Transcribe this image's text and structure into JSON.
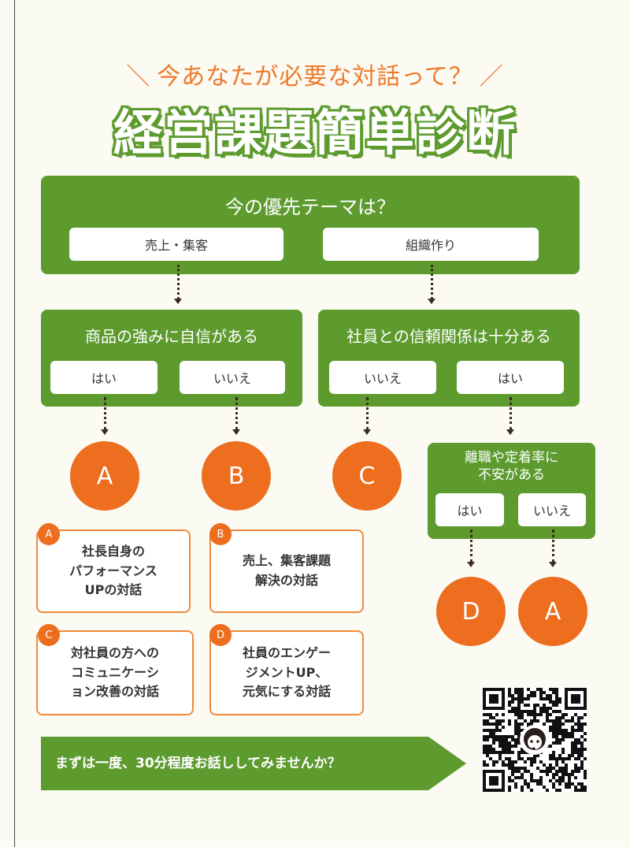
{
  "header": {
    "subtitle": "今あなたが必要な対話って？",
    "slash_left": "＼",
    "slash_right": "／",
    "title": "経営課題簡単診断"
  },
  "q1": {
    "question": "今の優先テーマは？",
    "options": [
      "売上・集客",
      "組織作り"
    ]
  },
  "q2": {
    "question": "商品の強みに自信がある",
    "options": [
      "はい",
      "いいえ"
    ]
  },
  "q3": {
    "question": "社員との信頼関係は十分ある",
    "options": [
      "いいえ",
      "はい"
    ]
  },
  "q4": {
    "question_line1": "離職や定着率に",
    "question_line2": "不安がある",
    "options": [
      "はい",
      "いいえ"
    ]
  },
  "outcomes": [
    "A",
    "B",
    "C",
    "D",
    "A"
  ],
  "results": [
    {
      "badge": "A",
      "lines": [
        "社長自身の",
        "パフォーマンス",
        "UPの対話"
      ]
    },
    {
      "badge": "B",
      "lines": [
        "売上、集客課題",
        "解決の対話"
      ]
    },
    {
      "badge": "C",
      "lines": [
        "対社員の方への",
        "コミュニケーシ",
        "ョン改善の対話"
      ]
    },
    {
      "badge": "D",
      "lines": [
        "社員のエンゲー",
        "ジメントUP、",
        "元気にする対話"
      ]
    }
  ],
  "cta": {
    "text": "まずは一度、30分程度お話ししてみませんか？"
  },
  "colors": {
    "green": "#5e9b2f",
    "orange": "#ec6e1e"
  },
  "qr": {
    "icon": "headset-avatar-icon"
  }
}
